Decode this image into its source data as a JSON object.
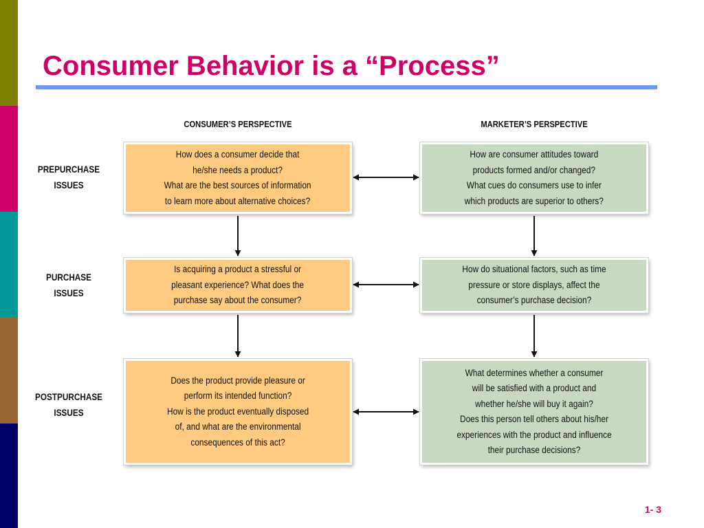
{
  "title": "Consumer Behavior is a “Process”",
  "footer": "1- 3",
  "colors": {
    "title": "#cc0066",
    "rule": "#6a9af0",
    "orange_box": "#ffcb80",
    "green_box": "#c8d9c2",
    "sidebar": [
      "#808000",
      "#cc0066",
      "#009999",
      "#996633",
      "#000066"
    ]
  },
  "columns": {
    "consumer": "CONSUMER’S PERSPECTIVE",
    "marketer": "MARKETER’S PERSPECTIVE"
  },
  "rows": [
    {
      "label": [
        "PREPURCHASE",
        "ISSUES"
      ],
      "consumer": [
        "How does a consumer decide that",
        "he/she needs a product?",
        "What are the best sources of information",
        "to learn more about alternative choices?"
      ],
      "marketer": [
        "How are consumer attitudes toward",
        "products formed and/or changed?",
        "What cues do consumers use to infer",
        "which products are superior to others?"
      ]
    },
    {
      "label": [
        "PURCHASE",
        "ISSUES"
      ],
      "consumer": [
        "Is acquiring a product a stressful or",
        "pleasant experience? What does the",
        "purchase say about the consumer?"
      ],
      "marketer": [
        "How do situational factors, such as time",
        "pressure or store displays, affect the",
        "consumer’s purchase decision?"
      ]
    },
    {
      "label": [
        "POSTPURCHASE",
        "ISSUES"
      ],
      "consumer": [
        "Does the product provide pleasure or",
        "perform its intended function?",
        "How is the product eventually disposed",
        "of, and what are the environmental",
        "consequences of this act?"
      ],
      "marketer": [
        "What determines whether a consumer",
        "will be satisfied with a product and",
        "whether he/she will buy it again?",
        "Does this person tell others about his/her",
        "experiences with the product and influence",
        "their purchase decisions?"
      ]
    }
  ]
}
